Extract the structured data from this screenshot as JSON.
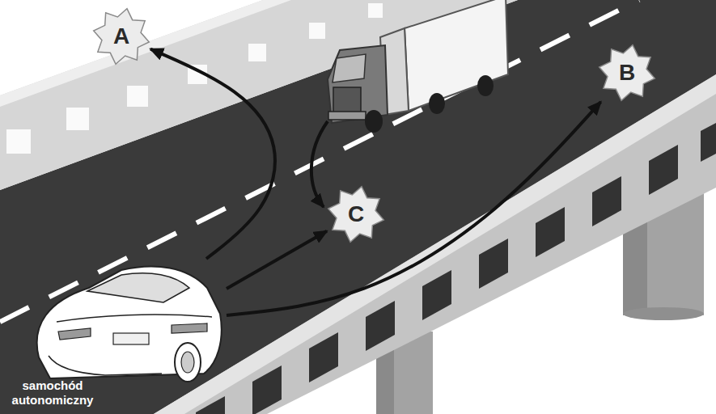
{
  "diagram": {
    "nodes": [
      {
        "text": [
          "A"
        ]
      },
      {
        "text": [
          "B"
        ]
      },
      {
        "text": [
          "C"
        ]
      },
      {
        "text": [
          "samochód autonomiczny"
        ]
      }
    ],
    "edges": [
      {
        "from": 3,
        "to": 0,
        "arrow": "to"
      },
      {
        "from": 3,
        "to": 2,
        "arrow": "to"
      },
      {
        "from": 3,
        "to": 1,
        "arrow": "to"
      }
    ]
  }
}
